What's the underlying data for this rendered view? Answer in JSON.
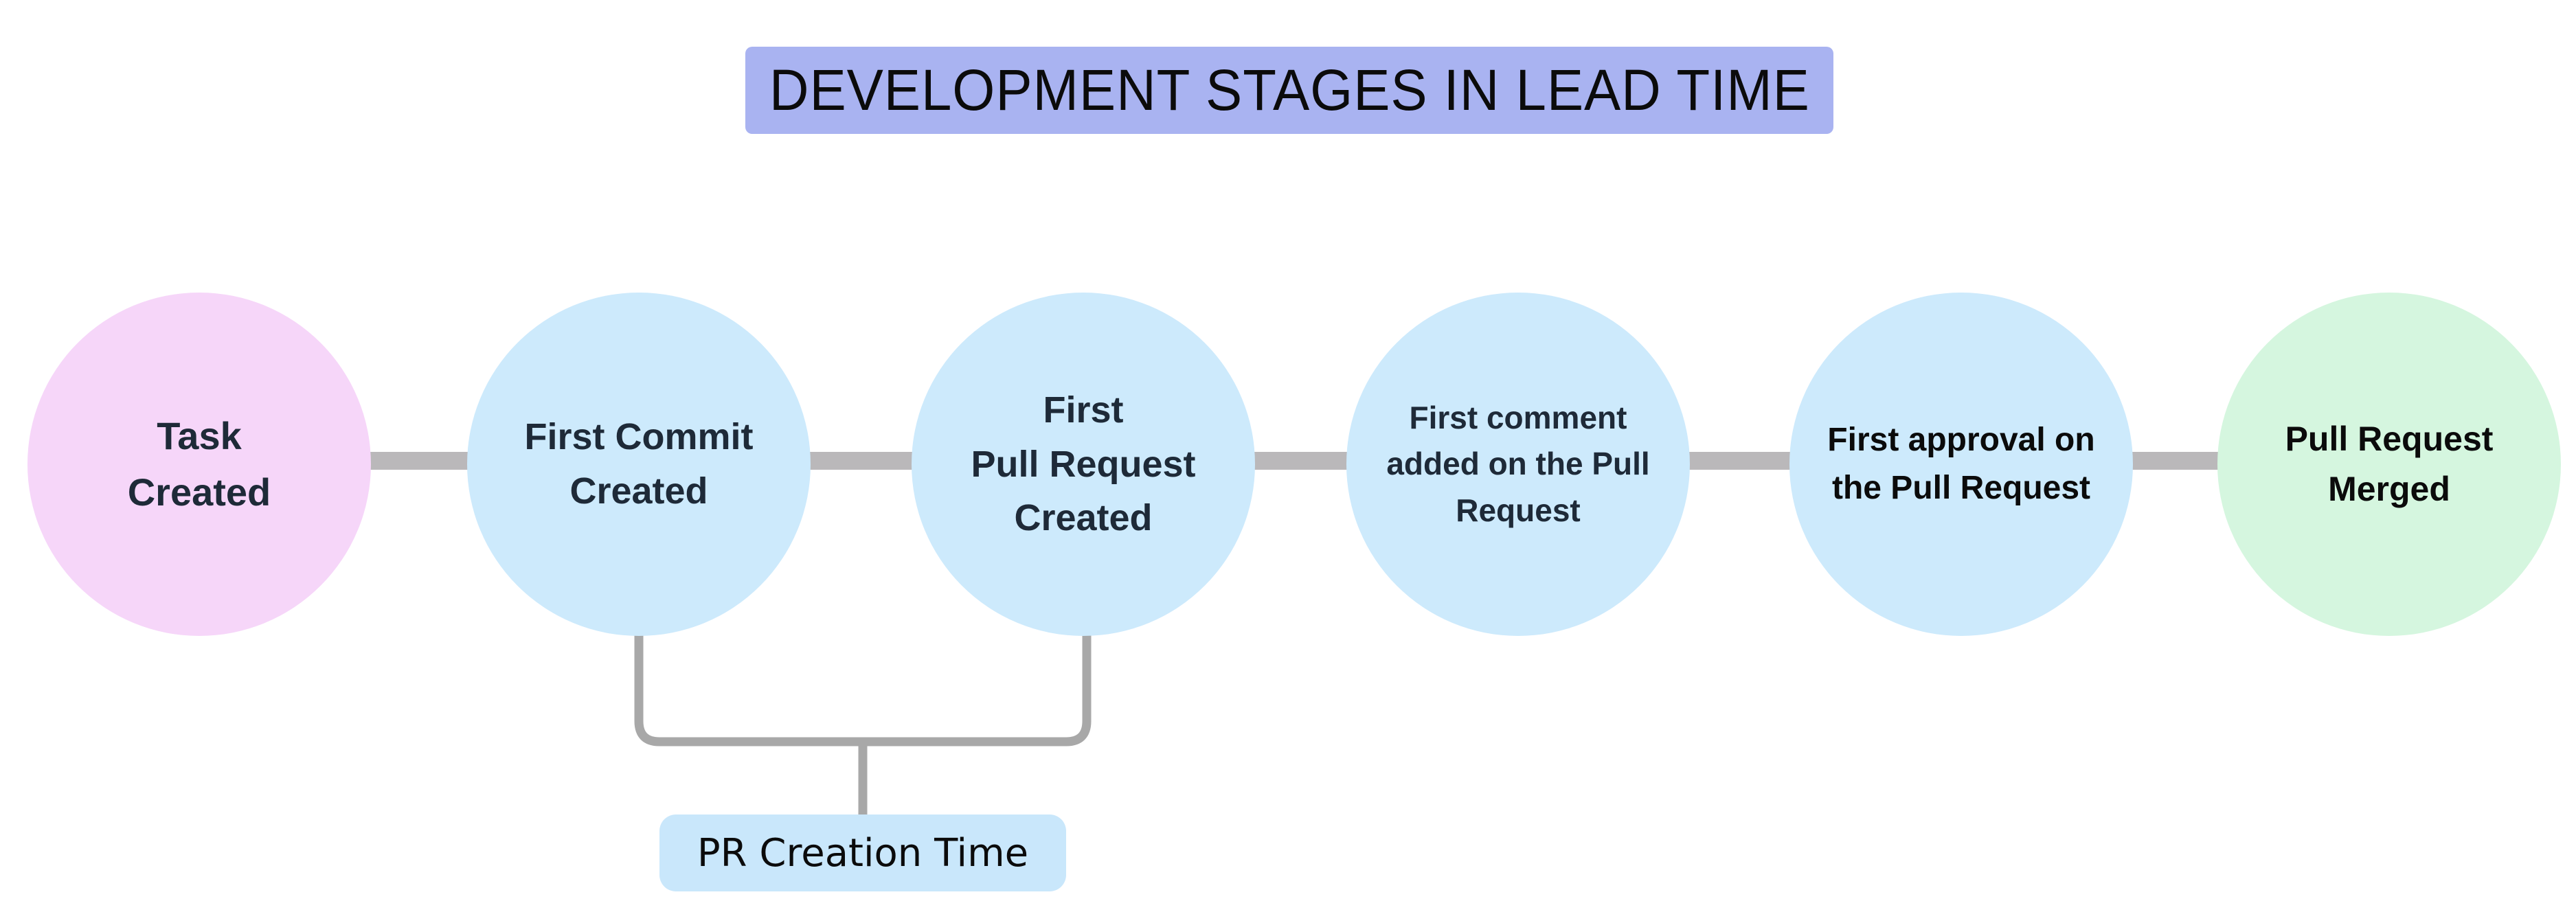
{
  "title": {
    "label": "DEVELOPMENT STAGES IN LEAD TIME"
  },
  "colors": {
    "title_bg": "#a9b3f1",
    "connector_gray": "#bab8ba",
    "bracket_gray": "#a8a8a8",
    "annotation_bg": "#c9e7fb",
    "stage_pink": "#f6d6f9",
    "stage_blue": "#cdeafc",
    "stage_green": "#d5f6df",
    "dark_text": "#1e2a38",
    "black_text": "#0b0b0b"
  },
  "stages": [
    {
      "label": "Task\nCreated",
      "bg": "#f6d6f9",
      "fg": "#1e2a38"
    },
    {
      "label": "First Commit\nCreated",
      "bg": "#cdeafc",
      "fg": "#1e2a38"
    },
    {
      "label": "First\nPull Request\nCreated",
      "bg": "#cdeafc",
      "fg": "#1e2a38"
    },
    {
      "label": "First comment\nadded on the Pull\nRequest",
      "bg": "#cdeafc",
      "fg": "#1e2a38"
    },
    {
      "label": "First approval on\nthe Pull Request",
      "bg": "#cdeafc",
      "fg": "#0b0b0b"
    },
    {
      "label": "Pull Request\nMerged",
      "bg": "#d5f6df",
      "fg": "#0b0b0b"
    }
  ],
  "annotation": {
    "label": "PR Creation Time"
  }
}
